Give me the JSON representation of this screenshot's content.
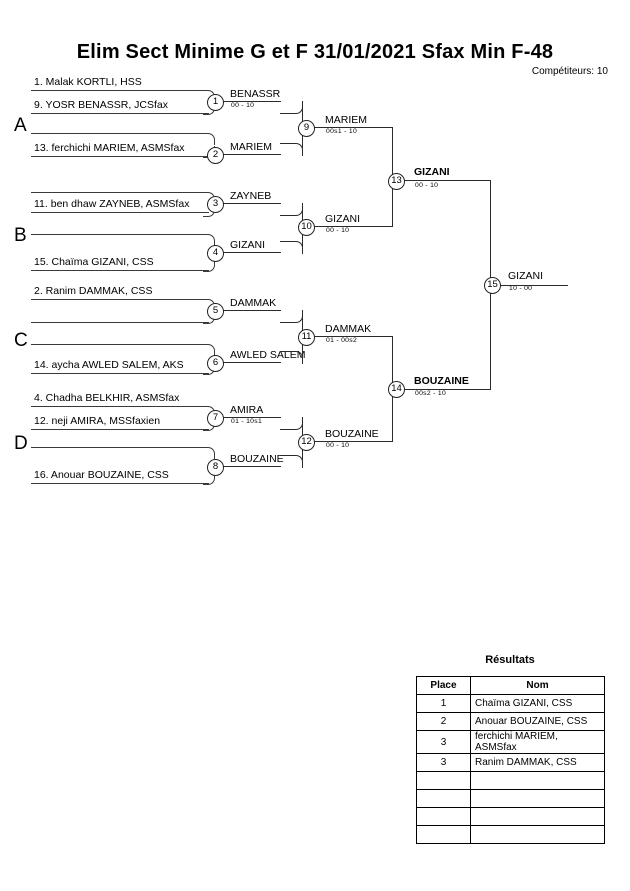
{
  "header": {
    "title": "Elim Sect Minime G et F  31/01/2021  Sfax   Min F-48",
    "competitors_label": "Compétiteurs: 10"
  },
  "sections": [
    {
      "letter": "A"
    },
    {
      "letter": "B"
    },
    {
      "letter": "C"
    },
    {
      "letter": "D"
    }
  ],
  "entries": [
    {
      "label": "1. Malak KORTLI, HSS"
    },
    {
      "label": "9. YOSR BENASSR, JCSfax"
    },
    {
      "label": ""
    },
    {
      "label": "13. ferchichi MARIEM, ASMSfax"
    },
    {
      "label": ""
    },
    {
      "label": "11. ben dhaw ZAYNEB, ASMSfax"
    },
    {
      "label": ""
    },
    {
      "label": "15. Chaïma GIZANI, CSS"
    },
    {
      "label": "2. Ranim DAMMAK, CSS"
    },
    {
      "label": ""
    },
    {
      "label": ""
    },
    {
      "label": "14. aycha AWLED SALEM, AKS"
    },
    {
      "label": "4. Chadha BELKHIR, ASMSfax"
    },
    {
      "label": "12. neji AMIRA, MSSfaxien"
    },
    {
      "label": ""
    },
    {
      "label": "16. Anouar BOUZAINE, CSS"
    }
  ],
  "matches": [
    {
      "num": "1",
      "winner": "BENASSR",
      "score": "00 - 10",
      "bold": false
    },
    {
      "num": "2",
      "winner": "MARIEM",
      "score": "",
      "bold": false
    },
    {
      "num": "3",
      "winner": "ZAYNEB",
      "score": "",
      "bold": false
    },
    {
      "num": "4",
      "winner": "GIZANI",
      "score": "",
      "bold": false
    },
    {
      "num": "5",
      "winner": "DAMMAK",
      "score": "",
      "bold": false
    },
    {
      "num": "6",
      "winner": "AWLED SALEM",
      "score": "",
      "bold": false
    },
    {
      "num": "7",
      "winner": "AMIRA",
      "score": "01 - 10s1",
      "bold": false
    },
    {
      "num": "8",
      "winner": "BOUZAINE",
      "score": "",
      "bold": false
    },
    {
      "num": "9",
      "winner": "MARIEM",
      "score": "00s1 - 10",
      "bold": false
    },
    {
      "num": "10",
      "winner": "GIZANI",
      "score": "00 - 10",
      "bold": false
    },
    {
      "num": "11",
      "winner": "DAMMAK",
      "score": "01 - 00s2",
      "bold": false
    },
    {
      "num": "12",
      "winner": "BOUZAINE",
      "score": "00 - 10",
      "bold": false
    },
    {
      "num": "13",
      "winner": "GIZANI",
      "score": "00 - 10",
      "bold": true
    },
    {
      "num": "14",
      "winner": "BOUZAINE",
      "score": "00s2 - 10",
      "bold": true
    },
    {
      "num": "15",
      "winner": "GIZANI",
      "score": "10 - 00",
      "bold": false
    }
  ],
  "results": {
    "title": "Résultats",
    "columns": [
      "Place",
      "Nom"
    ],
    "rows": [
      {
        "place": "1",
        "nom": "Chaïma GIZANI, CSS"
      },
      {
        "place": "2",
        "nom": "Anouar BOUZAINE, CSS"
      },
      {
        "place": "3",
        "nom": " ferchichi MARIEM, ASMSfax"
      },
      {
        "place": "3",
        "nom": "Ranim DAMMAK, CSS"
      },
      {
        "place": "",
        "nom": ""
      },
      {
        "place": "",
        "nom": ""
      },
      {
        "place": "",
        "nom": ""
      },
      {
        "place": "",
        "nom": ""
      }
    ]
  }
}
